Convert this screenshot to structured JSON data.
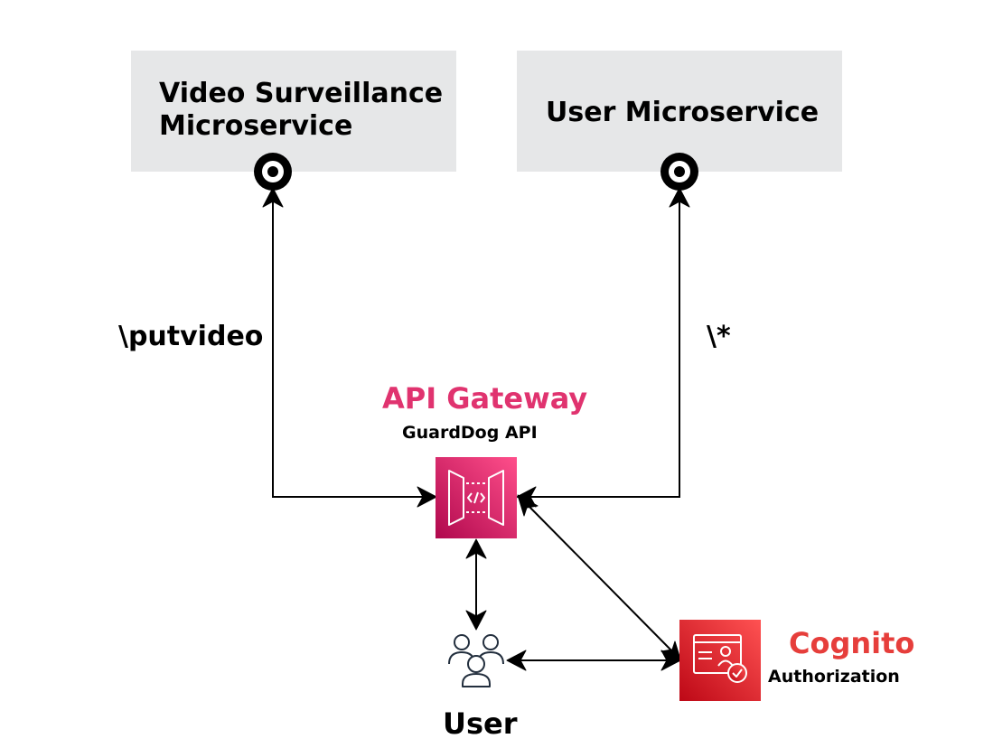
{
  "services": {
    "video": {
      "title": "Video Surveillance Microservice"
    },
    "user": {
      "title": "User Microservice"
    }
  },
  "routes": {
    "putvideo": "\\putvideo",
    "any": "\\*"
  },
  "api_gateway": {
    "title": "API Gateway",
    "subtitle": "GuardDog API",
    "color": "#e0336f"
  },
  "cognito": {
    "title": "Cognito",
    "subtitle": "Authorization",
    "color": "#e63e3b"
  },
  "user": {
    "label": "User"
  },
  "icons": [
    "api-gateway-icon",
    "cognito-icon",
    "users-icon",
    "endpoint-icon"
  ]
}
